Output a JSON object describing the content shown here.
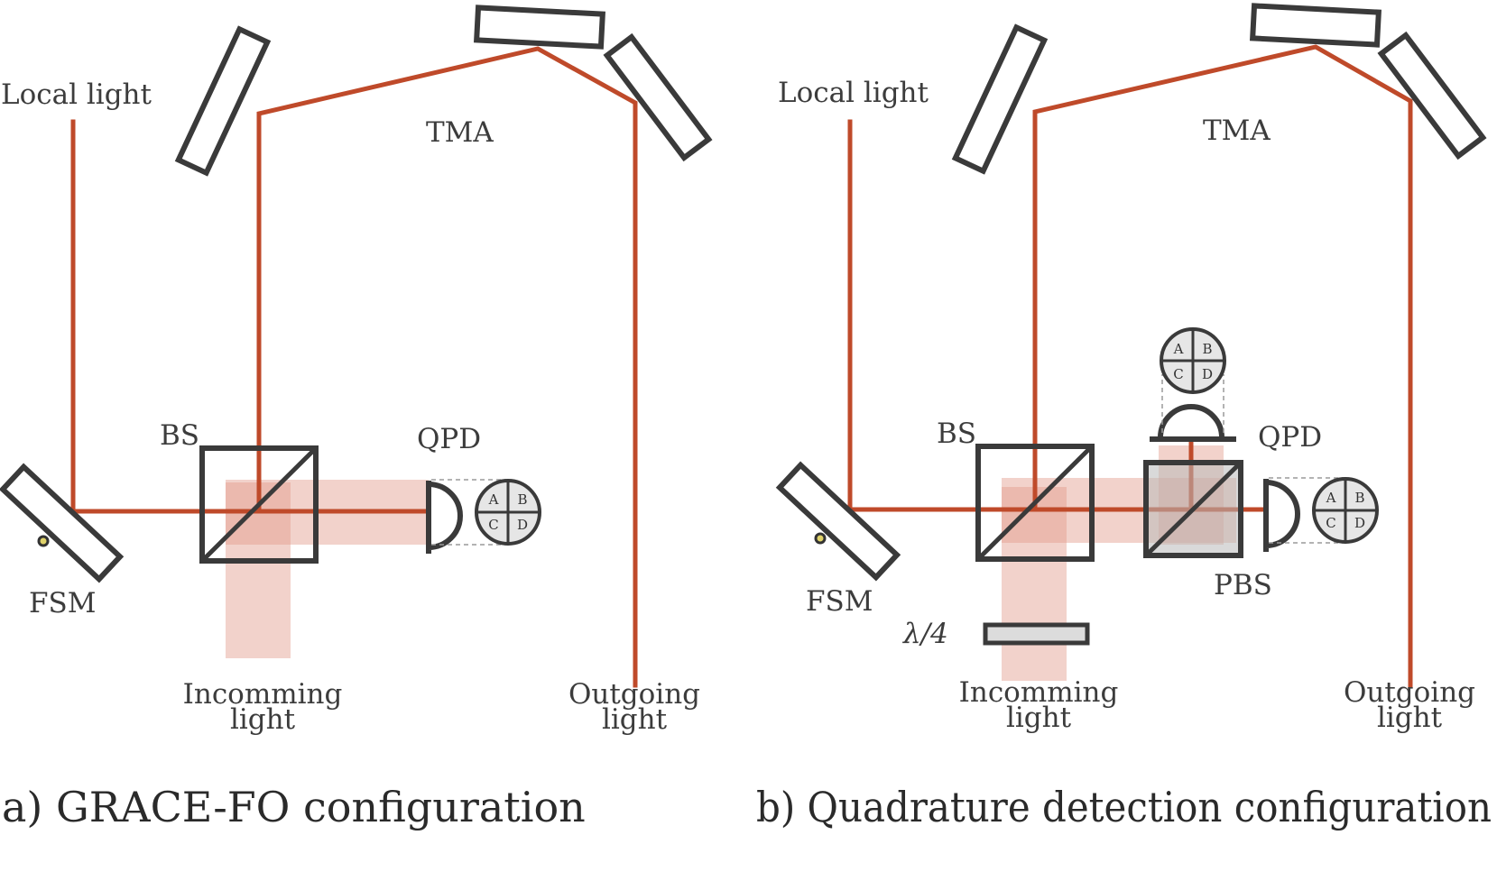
{
  "panel_a": {
    "local_light": "Local light",
    "tma": "TMA",
    "bs": "BS",
    "qpd": "QPD",
    "fsm": "FSM",
    "incoming_1": "Incomming",
    "incoming_2": "light",
    "outgoing_1": "Outgoing",
    "outgoing_2": "light",
    "quadrants": [
      "A",
      "B",
      "C",
      "D"
    ],
    "caption": "a) GRACE-FO configuration"
  },
  "panel_b": {
    "local_light": "Local light",
    "tma": "TMA",
    "bs": "BS",
    "qpd": "QPD",
    "pbs": "PBS",
    "fsm": "FSM",
    "wave_plate": "λ/4",
    "incoming_1": "Incomming",
    "incoming_2": "light",
    "outgoing_1": "Outgoing",
    "outgoing_2": "light",
    "quadrants": [
      "A",
      "B",
      "C",
      "D"
    ],
    "quadrants_top": [
      "A",
      "B",
      "C",
      "D"
    ],
    "caption": "b) Quadrature detection configuration"
  },
  "colors": {
    "beam": "#bf4a2a",
    "wide_beam": "#e39c8c",
    "optics": "#3a3a3a"
  }
}
